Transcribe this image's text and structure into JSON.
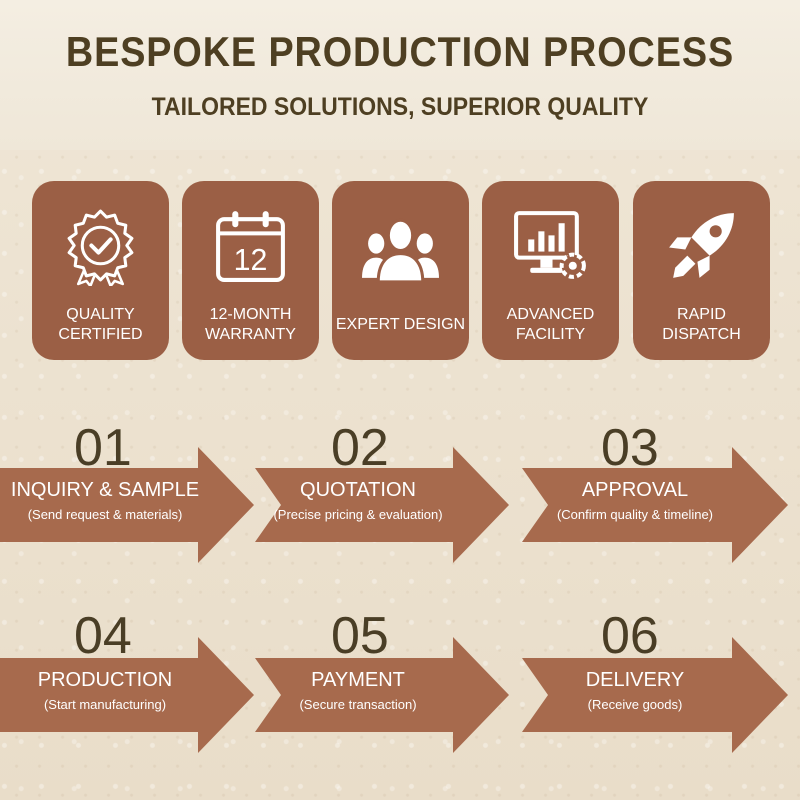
{
  "header": {
    "title": "BESPOKE PRODUCTION PROCESS",
    "subtitle": "TAILORED SOLUTIONS, SUPERIOR QUALITY"
  },
  "colors": {
    "badge": "#9b5f45",
    "arrow": "#a76a4d",
    "text_dark": "#4e3f22"
  },
  "badges": [
    {
      "icon": "certified-seal-icon",
      "line1": "QUALITY",
      "line2": "CERTIFIED"
    },
    {
      "icon": "calendar-icon",
      "calendar_number": "12",
      "line1": "12-MONTH",
      "line2": "WARRANTY"
    },
    {
      "icon": "team-icon",
      "line1": "EXPERT DESIGN",
      "line2": ""
    },
    {
      "icon": "monitor-chart-icon",
      "line1": "ADVANCED",
      "line2": "FACILITY"
    },
    {
      "icon": "rocket-icon",
      "line1": "RAPID",
      "line2": "DISPATCH"
    }
  ],
  "steps": [
    {
      "number": "01",
      "title": "INQUIRY & SAMPLE",
      "detail": "(Send request & materials)"
    },
    {
      "number": "02",
      "title": "QUOTATION",
      "detail": "(Precise pricing & evaluation)"
    },
    {
      "number": "03",
      "title": "APPROVAL",
      "detail": "(Confirm quality & timeline)"
    },
    {
      "number": "04",
      "title": "PRODUCTION",
      "detail": "(Start manufacturing)"
    },
    {
      "number": "05",
      "title": "PAYMENT",
      "detail": "(Secure transaction)"
    },
    {
      "number": "06",
      "title": "DELIVERY",
      "detail": "(Receive goods)"
    }
  ]
}
